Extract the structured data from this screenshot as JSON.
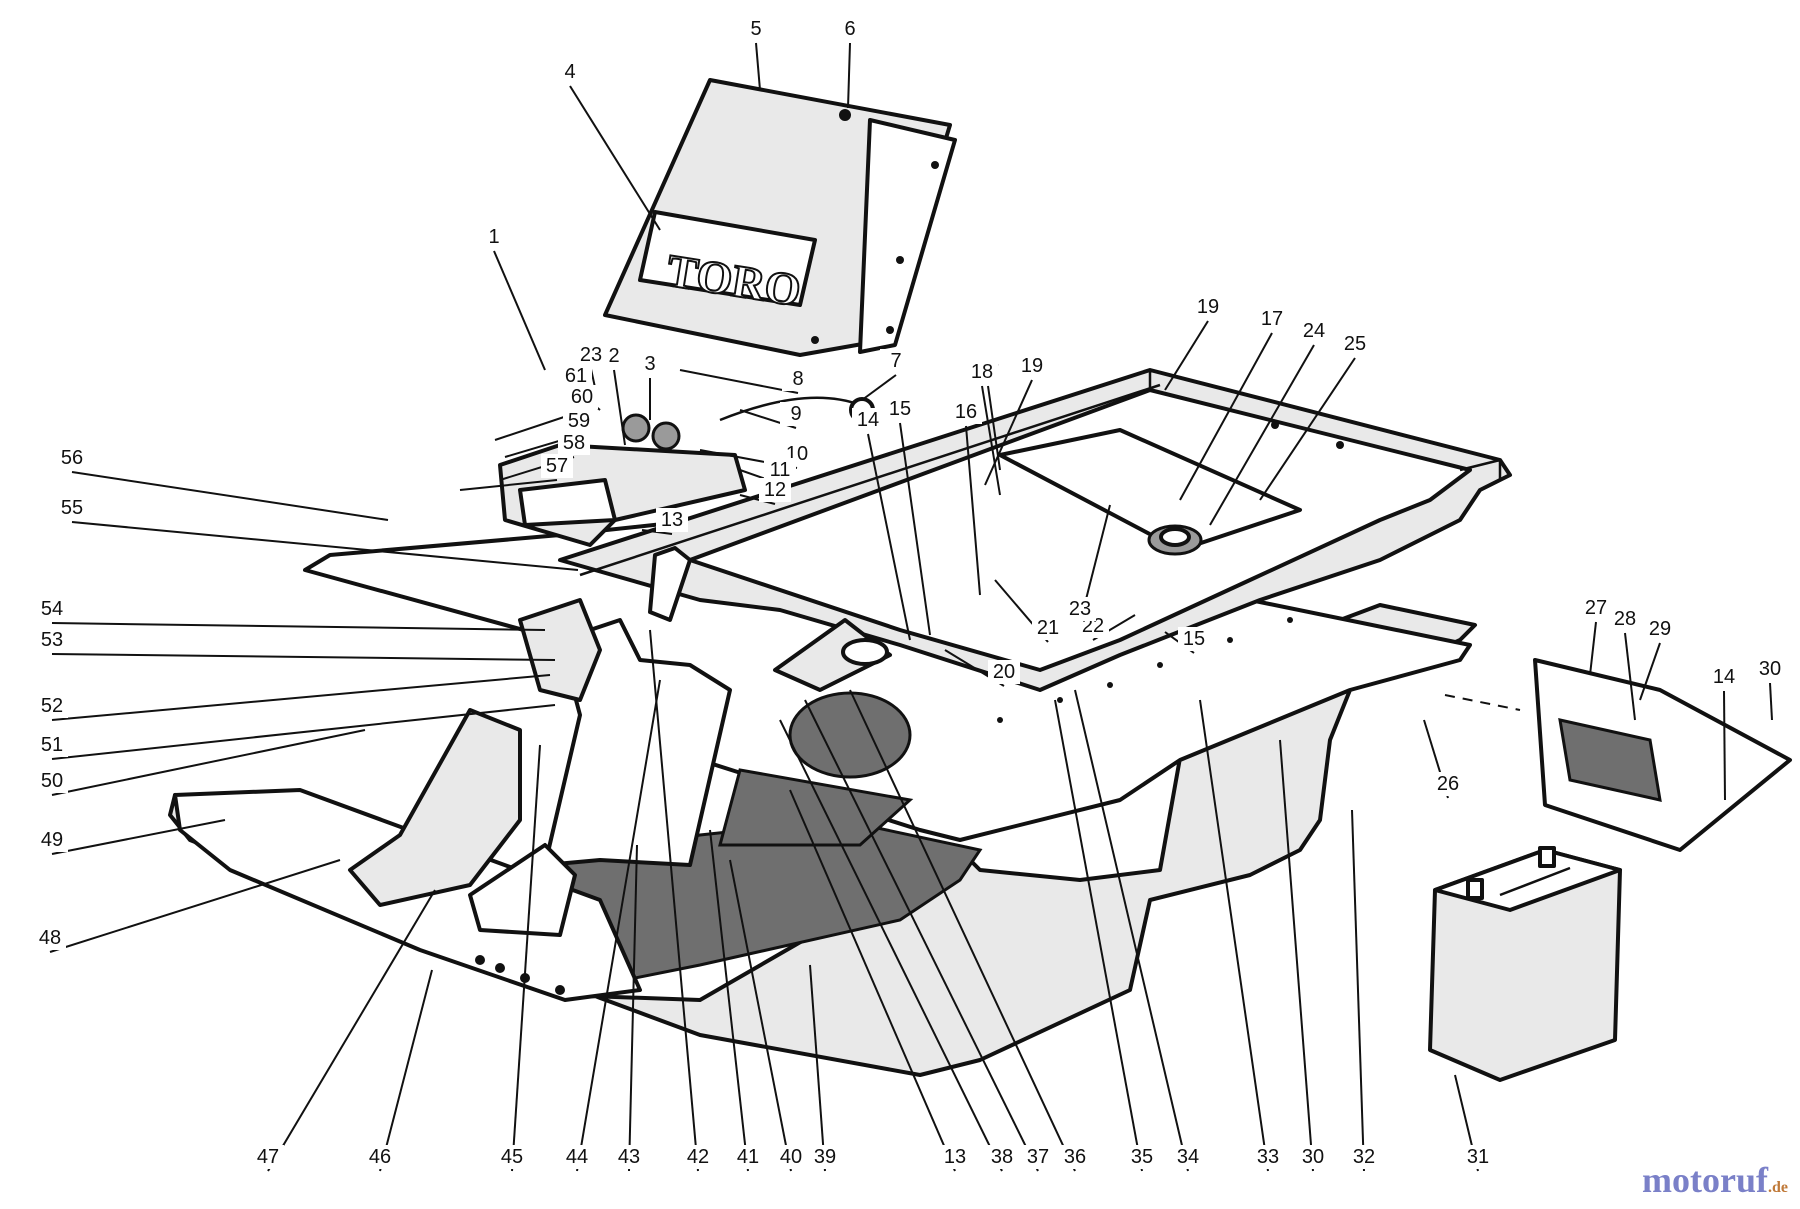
{
  "logo": "TORO",
  "watermark": {
    "name": "motoruf",
    "tld": ".de"
  },
  "callouts": [
    {
      "label": "1"
    },
    {
      "label": "2"
    },
    {
      "label": "3"
    },
    {
      "label": "4"
    },
    {
      "label": "5"
    },
    {
      "label": "6"
    },
    {
      "label": "7"
    },
    {
      "label": "8"
    },
    {
      "label": "9"
    },
    {
      "label": "10"
    },
    {
      "label": "11"
    },
    {
      "label": "12"
    },
    {
      "label": "13"
    },
    {
      "label": "23"
    },
    {
      "label": "61"
    },
    {
      "label": "60"
    },
    {
      "label": "59"
    },
    {
      "label": "58"
    },
    {
      "label": "57"
    },
    {
      "label": "56"
    },
    {
      "label": "55"
    },
    {
      "label": "54"
    },
    {
      "label": "53"
    },
    {
      "label": "52"
    },
    {
      "label": "51"
    },
    {
      "label": "50"
    },
    {
      "label": "49"
    },
    {
      "label": "48"
    },
    {
      "label": "14"
    },
    {
      "label": "15"
    },
    {
      "label": "16"
    },
    {
      "label": "17"
    },
    {
      "label": "18"
    },
    {
      "label": "19"
    },
    {
      "label": "19"
    },
    {
      "label": "17"
    },
    {
      "label": "24"
    },
    {
      "label": "25"
    },
    {
      "label": "21"
    },
    {
      "label": "22"
    },
    {
      "label": "23"
    },
    {
      "label": "15"
    },
    {
      "label": "20"
    },
    {
      "label": "27"
    },
    {
      "label": "28"
    },
    {
      "label": "29"
    },
    {
      "label": "14"
    },
    {
      "label": "30"
    },
    {
      "label": "26"
    },
    {
      "label": "47"
    },
    {
      "label": "46"
    },
    {
      "label": "45"
    },
    {
      "label": "44"
    },
    {
      "label": "43"
    },
    {
      "label": "42"
    },
    {
      "label": "41"
    },
    {
      "label": "40"
    },
    {
      "label": "39"
    },
    {
      "label": "13"
    },
    {
      "label": "38"
    },
    {
      "label": "37"
    },
    {
      "label": "36"
    },
    {
      "label": "35"
    },
    {
      "label": "34"
    },
    {
      "label": "33"
    },
    {
      "label": "30"
    },
    {
      "label": "32"
    },
    {
      "label": "31"
    }
  ]
}
